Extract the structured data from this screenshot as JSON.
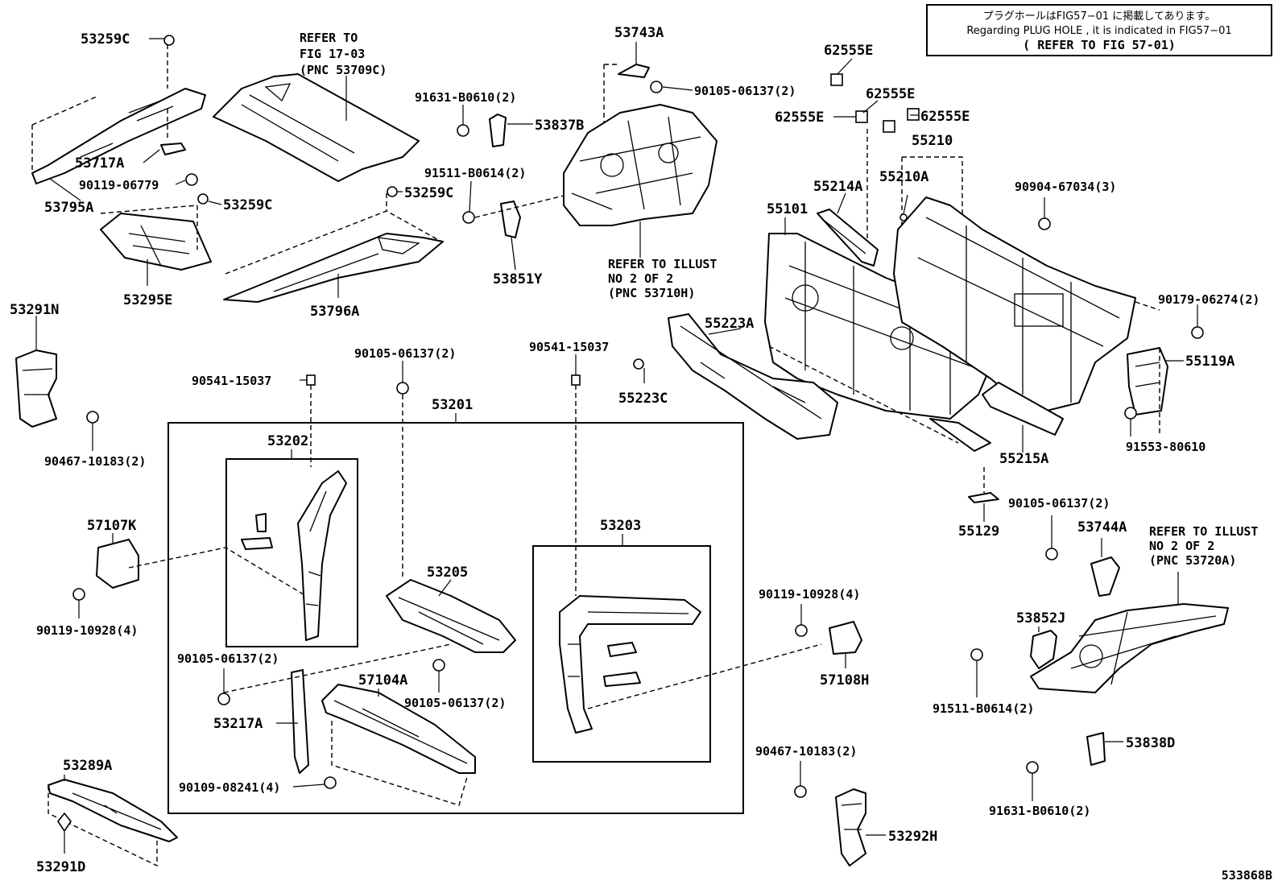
{
  "notice": {
    "line1": "プラグホールはFIG57−01 に掲載してあります。",
    "line2": "Regarding PLUG HOLE , it is indicated in FIG57−01",
    "line3": "( REFER TO FIG 57-01)"
  },
  "refer_notes": {
    "fig17": [
      "REFER TO",
      "FIG 17-03",
      "(PNC 53709C)"
    ],
    "illust_53710h": [
      "REFER TO ILLUST",
      "NO 2 OF 2",
      "(PNC 53710H)"
    ],
    "illust_53720a": [
      "REFER TO ILLUST",
      "NO 2 OF 2",
      "(PNC 53720A)"
    ]
  },
  "labels": {
    "p53259c_top": "53259C",
    "p53717a": "53717A",
    "p90119_06779": "90119-06779",
    "p53795a": "53795A",
    "p53259c_mid": "53259C",
    "p53295e": "53295E",
    "p53259c_right": "53259C",
    "p53796a": "53796A",
    "p53743a": "53743A",
    "p90105_06137_top": "90105-06137(2)",
    "p91631_b0610_top": "91631-B0610(2)",
    "p53837b": "53837B",
    "p91511_b0614_top": "91511-B0614(2)",
    "p53851y": "53851Y",
    "p62555e_a": "62555E",
    "p62555e_b": "62555E",
    "p62555e_c": "62555E",
    "p62555e_d": "62555E",
    "p55210": "55210",
    "p55214a": "55214A",
    "p55210a": "55210A",
    "p90904_67034": "90904-67034(3)",
    "p55101": "55101",
    "p90179_06274": "90179-06274(2)",
    "p55223a": "55223A",
    "p55223c": "55223C",
    "p55119a": "55119A",
    "p91553_80610": "91553-80610",
    "p55215a": "55215A",
    "p55129": "55129",
    "p53291n": "53291N",
    "p90467_10183_left": "90467-10183(2)",
    "p90541_15037_left": "90541-15037",
    "p90105_06137_mid": "90105-06137(2)",
    "p90541_15037_right": "90541-15037",
    "p53201": "53201",
    "p53202": "53202",
    "p53203": "53203",
    "p53205": "53205",
    "p57107k": "57107K",
    "p90119_10928_left": "90119-10928(4)",
    "p90105_06137_low": "90105-06137(2)",
    "p57104a": "57104A",
    "p90105_06137_cen": "90105-06137(2)",
    "p53217a": "53217A",
    "p90109_08241": "90109-08241(4)",
    "p90119_10928_right": "90119-10928(4)",
    "p57108h": "57108H",
    "p90105_06137_right": "90105-06137(2)",
    "p53744a": "53744A",
    "p53852j": "53852J",
    "p91511_b0614_right": "91511-B0614(2)",
    "p53838d": "53838D",
    "p91631_b0610_right": "91631-B0610(2)",
    "p90467_10183_right": "90467-10183(2)",
    "p53292h": "53292H",
    "p53289a": "53289A",
    "p53291d": "53291D",
    "figure_id": "533868B"
  }
}
